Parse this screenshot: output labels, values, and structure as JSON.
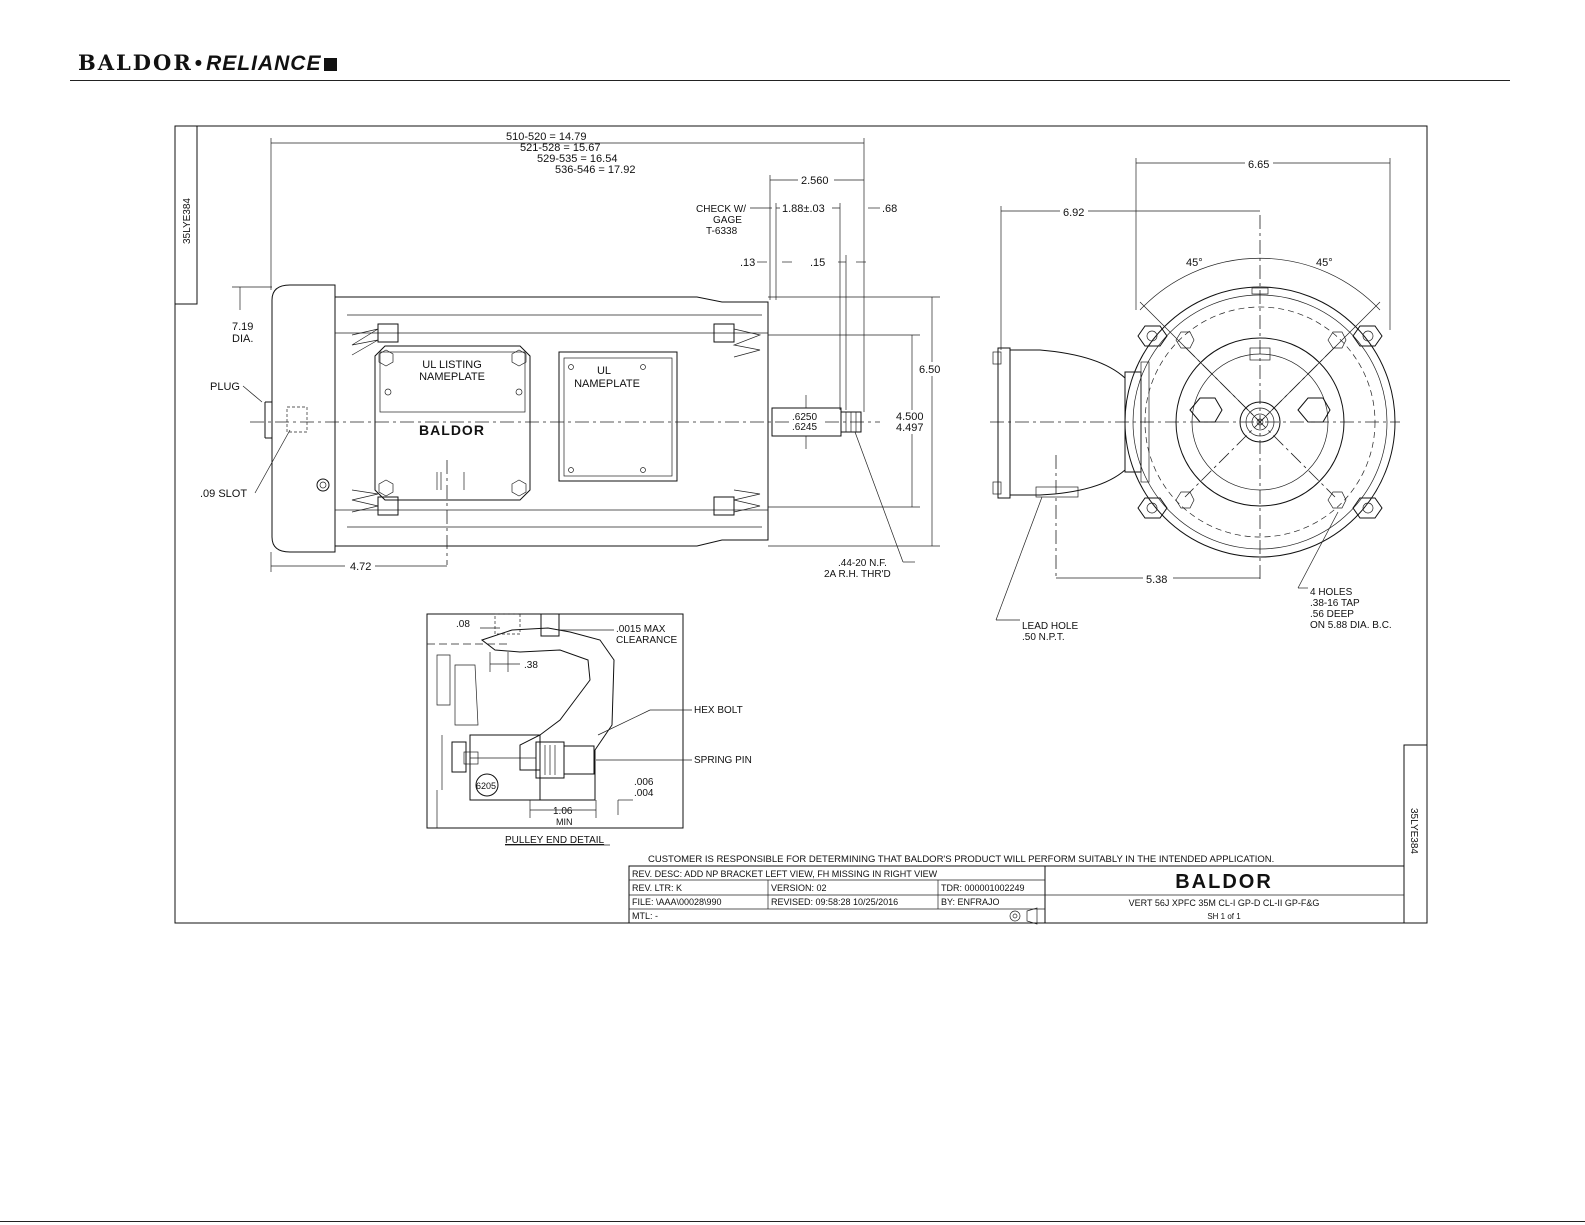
{
  "header": {
    "brand_left": "BALDOR",
    "brand_sep": "•",
    "brand_right": "RELIANCE"
  },
  "side_labels": {
    "top_left_id": "35LYE384",
    "right_id": "35LYE384"
  },
  "dims": {
    "length_table": [
      "510-520 = 14.79",
      "521-528 = 15.67",
      "529-535 = 16.54",
      "536-546 = 17.92"
    ],
    "d_2560": "2.560",
    "d_188": "1.88±.03",
    "d_68": ".68",
    "check_gage": [
      "CHECK W/",
      "GAGE",
      "T-6338"
    ],
    "d_13": ".13",
    "d_15": ".15",
    "d_719": [
      "7.19",
      "DIA."
    ],
    "plug": "PLUG",
    "slot": ".09 SLOT",
    "d_472": "4.72",
    "d_650": "6.50",
    "d_4500": [
      "4.500",
      "4.497"
    ],
    "d_6250": [
      ".6250",
      ".6245"
    ],
    "thread": [
      ".44-20 N.F.",
      "2A R.H. THR'D"
    ],
    "d_665": "6.65",
    "d_692": "6.92",
    "angle_left": "45°",
    "angle_right": "45°",
    "d_538": "5.38",
    "lead_hole": [
      "LEAD HOLE",
      ".50 N.P.T."
    ],
    "holes": [
      "4 HOLES",
      ".38-16 TAP",
      ".56 DEEP",
      "ON 5.88 DIA. B.C."
    ]
  },
  "nameplates": {
    "ul_listing": [
      "UL LISTING",
      "NAMEPLATE"
    ],
    "ul": [
      "UL",
      "NAMEPLATE"
    ],
    "logo": "BALDOR"
  },
  "detail": {
    "d_08": ".08",
    "clearance": [
      ".0015 MAX",
      "CLEARANCE"
    ],
    "d_38": ".38",
    "hex_bolt": "HEX BOLT",
    "spring_pin": "SPRING PIN",
    "tol": [
      ".006",
      ".004"
    ],
    "bearing": "6205",
    "min": [
      "1.06",
      "MIN"
    ],
    "title": "PULLEY END DETAIL"
  },
  "title_block": {
    "disclaimer": "CUSTOMER IS RESPONSIBLE FOR DETERMINING THAT BALDOR'S PRODUCT WILL PERFORM SUITABLY IN THE INTENDED APPLICATION.",
    "rev_desc": "REV. DESC:  ADD NP BRACKET LEFT VIEW, FH MISSING IN RIGHT VIEW",
    "rev_ltr": "REV. LTR:  K",
    "version": "VERSION: 02",
    "tdr": "TDR: 000001002249",
    "file": "FILE: \\AAA\\00028\\990",
    "revised": "REVISED: 09:58:28 10/25/2016",
    "by": "BY:  ENFRAJO",
    "mtl": "MTL: -",
    "logo": "BALDOR",
    "description": "VERT 56J XPFC 35M CL-I GP-D CL-II GP-F&G",
    "sheet": "SH 1 of 1"
  }
}
